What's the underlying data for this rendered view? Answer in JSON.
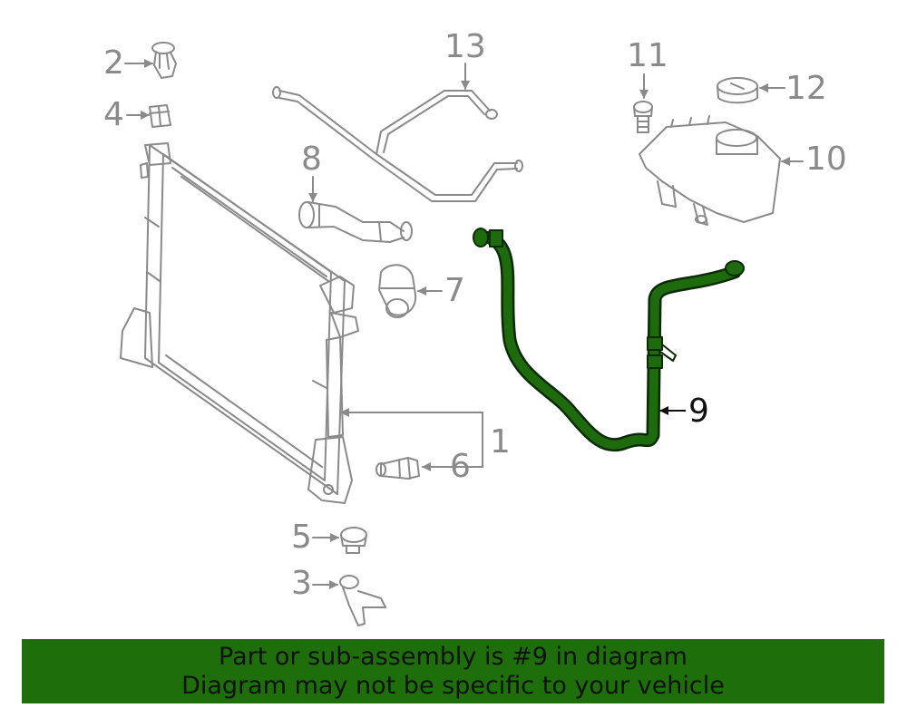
{
  "diagram": {
    "highlighted_part": "9",
    "callouts": {
      "p1": "1",
      "p2": "2",
      "p3": "3",
      "p4": "4",
      "p5": "5",
      "p6": "6",
      "p7": "7",
      "p8": "8",
      "p9": "9",
      "p10": "10",
      "p11": "11",
      "p12": "12",
      "p13": "13"
    },
    "colors": {
      "part_line": "#8a8a8a",
      "highlight": "#1e6b0d",
      "highlight_outline": "#0b2a05",
      "banner": "#1f6e0c"
    }
  },
  "banner": {
    "line1": "Part or sub-assembly is #9 in diagram",
    "line2": "Diagram may not be specific to your vehicle"
  }
}
